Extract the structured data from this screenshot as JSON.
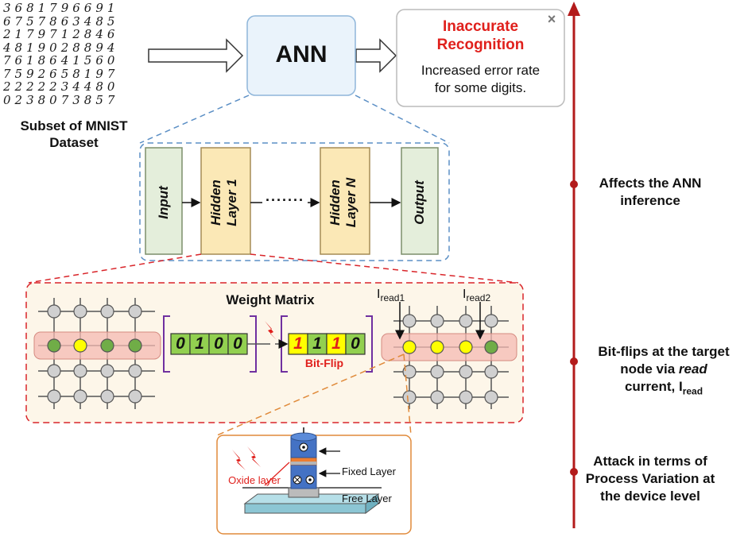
{
  "mnist": {
    "digit_rows": [
      "3681796691",
      "6757863485",
      "2179712846",
      "4819028894",
      "7618641560",
      "7592658197",
      "2222234480",
      "0238073857"
    ],
    "caption_line1": "Subset of MNIST",
    "caption_line2": "Dataset"
  },
  "ann": {
    "label": "ANN"
  },
  "result": {
    "title_line1": "Inaccurate",
    "title_line2": "Recognition",
    "desc_line1": "Increased error rate",
    "desc_line2": "for some digits.",
    "close_glyph": "×"
  },
  "network": {
    "input": "Input",
    "hidden1_line1": "Hidden",
    "hidden1_line2": "Layer 1",
    "dots": "·······",
    "hiddenN_line1": "Hidden",
    "hiddenN_line2": "Layer N",
    "output": "Output"
  },
  "weights": {
    "title": "Weight Matrix",
    "bits_before": [
      "0",
      "1",
      "0",
      "0"
    ],
    "bits_after": [
      "1",
      "1",
      "1",
      "0"
    ],
    "bitflip_label": "Bit-Flip",
    "iread1_main": "I",
    "iread1_sub": "read1",
    "iread2_main": "I",
    "iread2_sub": "read2"
  },
  "device": {
    "oxide_label": "Oxide layer",
    "fixed_label": "Fixed Layer",
    "free_label": "Free Layer"
  },
  "timeline": {
    "stage1_line1": "Affects the ANN",
    "stage1_line2": "inference",
    "stage2_line1": "Bit-flips at the target",
    "stage2_line2a": "node via ",
    "stage2_line2b": "read",
    "stage2_line3a": "current, I",
    "stage2_line3b": "read",
    "stage3_line1": "Attack in terms of",
    "stage3_line2": "Process Variation at",
    "stage3_line3": "the device level"
  },
  "colors": {
    "accent_red": "#e0201c",
    "timeline_red": "#b31b1b",
    "layer_green": "#e4eedb",
    "layer_yellow": "#fbe8b6",
    "node_green": "#70ad47",
    "node_yellow": "#ffff00",
    "node_gray": "#d0d0d0",
    "bit_green": "#92d050",
    "device_blue": "#4472c4",
    "device_orange": "#ed7d31"
  }
}
